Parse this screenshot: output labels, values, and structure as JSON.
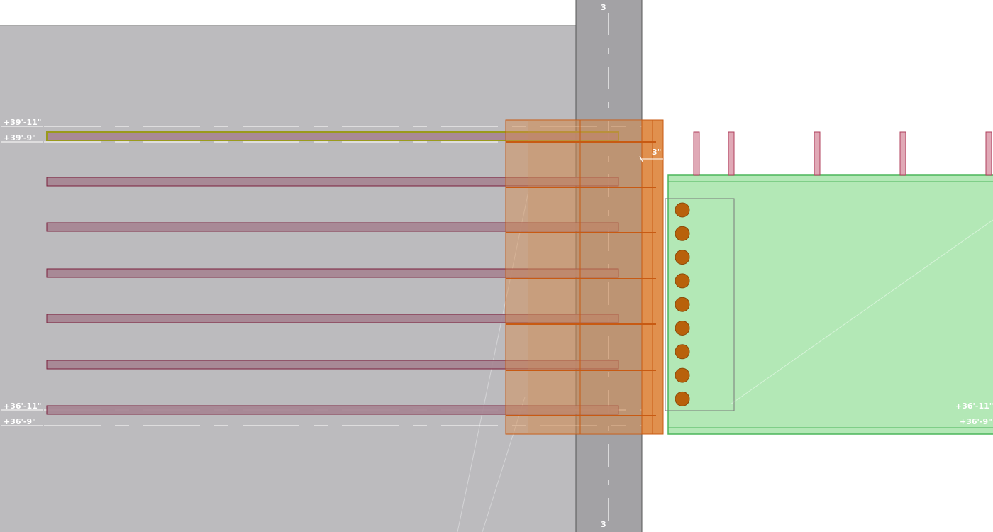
{
  "grid": {
    "top_tag": "3",
    "bottom_tag": "3"
  },
  "levels": {
    "upper_top": "+39'-11\"",
    "upper_bottom": "+39'-9\"",
    "lower_top": "+36'-11\"",
    "lower_bottom": "+36'-9\"",
    "right_lower_top": "+36'-11\"",
    "right_lower_bottom": "+36'-9\""
  },
  "dimension": {
    "gap": "3\""
  },
  "bolt_count": 9,
  "colors": {
    "background": "#ffffff",
    "slab": "#bcbbbe",
    "column": "#a3a2a5",
    "joist": "#a58491",
    "joist_edge": "#7a1f3c",
    "selected_joist_edge": "#9a9a1c",
    "connection_plate": "#d78a4a",
    "beam": "#b3e8b6",
    "beam_edge": "#4bb55a",
    "bolt": "#b8610b",
    "stud": "#e0a9b6"
  }
}
